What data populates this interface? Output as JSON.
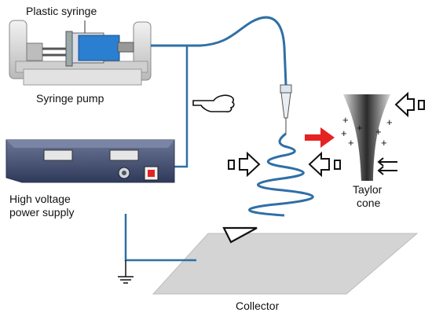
{
  "labels": {
    "plastic_syringe": "Plastic syringe",
    "syringe_pump": "Syringe pump",
    "hv_line1": "High voltage",
    "hv_line2": "power supply",
    "taylor_line1": "Taylor",
    "taylor_line2": "cone",
    "collector": "Collector"
  },
  "colors": {
    "tube": "#2f6fa6",
    "spiral": "#2f6fa6",
    "collector": "#d4d4d4",
    "power_supply": "#4a5577",
    "syringe_fluid": "#2b7fd0",
    "red_arrow": "#e52323"
  },
  "icons": [
    "pointing-hand-icon",
    "red-arrow-icon",
    "ground-symbol-icon",
    "charge-plus-icons"
  ]
}
